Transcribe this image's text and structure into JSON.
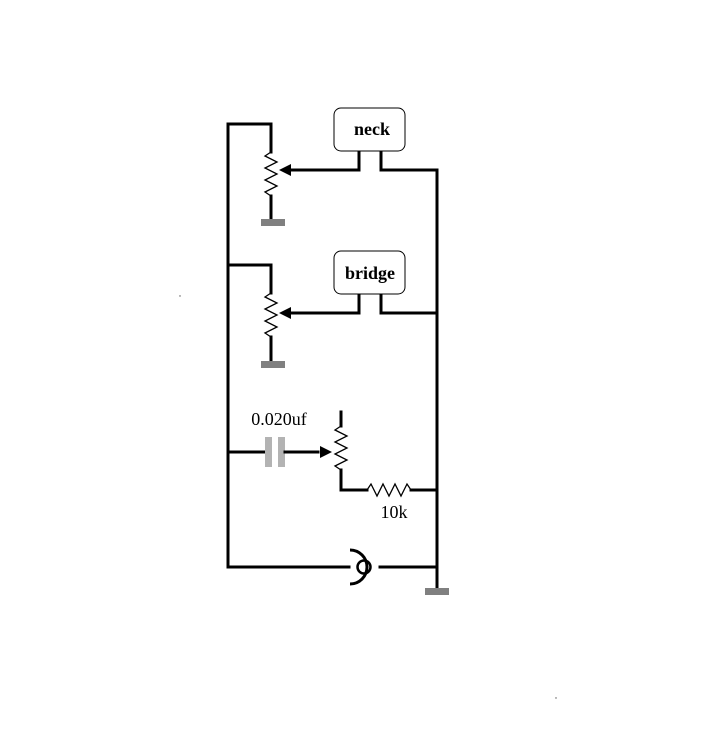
{
  "pickups": {
    "neck": {
      "label": "neck"
    },
    "bridge": {
      "label": "bridge"
    }
  },
  "tone": {
    "capacitor_label": "0.020uf",
    "resistor_label": "10k"
  },
  "colors": {
    "wire": "#000000",
    "ground": "#808080",
    "capacitor": "#b3b3b3"
  }
}
